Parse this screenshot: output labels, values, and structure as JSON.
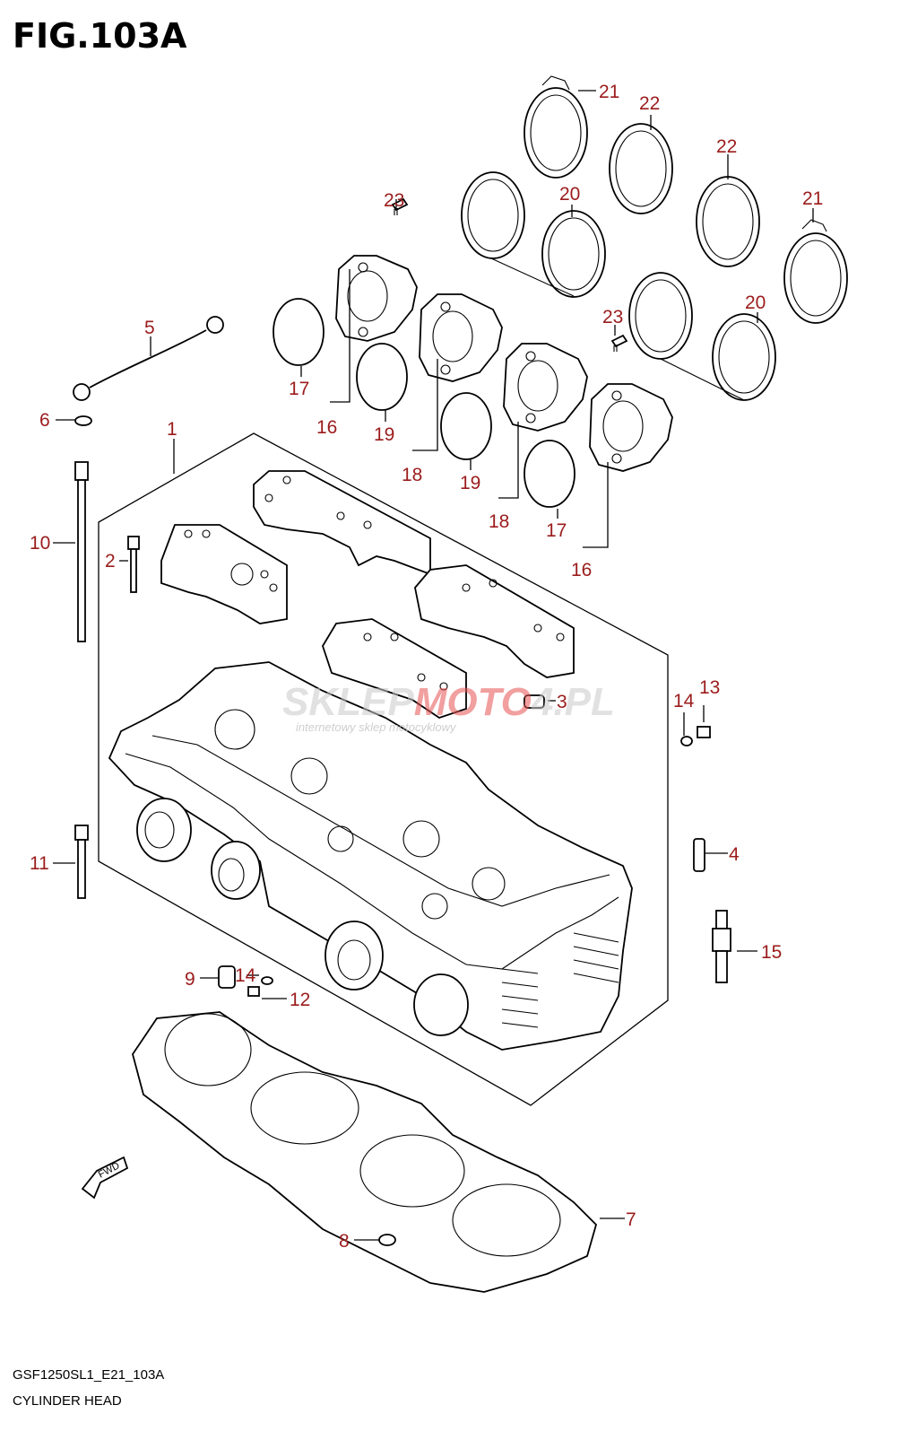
{
  "figure": {
    "title": "FIG.103A",
    "code": "GSF1250SL1_E21_103A",
    "name": "CYLINDER HEAD"
  },
  "watermark": {
    "brand_a": "SKLEP",
    "brand_b": "MOTO",
    "brand_c": "4",
    "brand_d": ".PL",
    "tagline": "internetowy sklep motocyklowy"
  },
  "fwd_label": "FWD",
  "callout_color": "#9b1c1c",
  "callouts": [
    "1",
    "2",
    "3",
    "4",
    "5",
    "6",
    "7",
    "8",
    "9",
    "10",
    "11",
    "12",
    "13",
    "14",
    "14",
    "15",
    "16",
    "16",
    "17",
    "17",
    "18",
    "18",
    "19",
    "19",
    "20",
    "20",
    "21",
    "21",
    "22",
    "22",
    "23",
    "23"
  ]
}
